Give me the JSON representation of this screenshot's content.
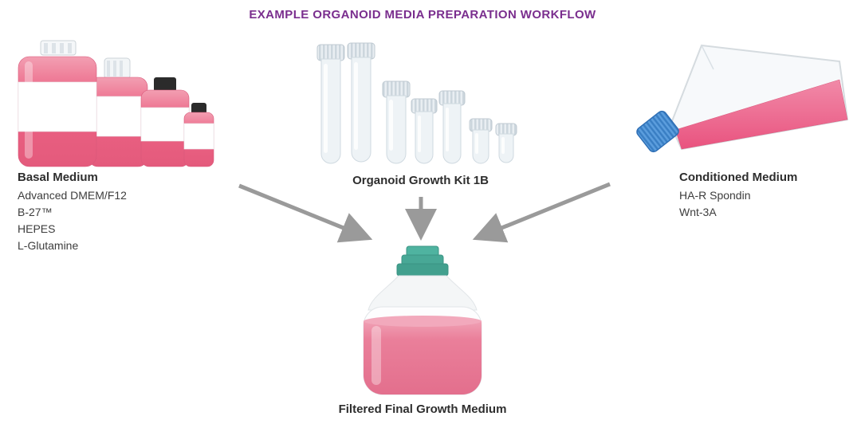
{
  "title": "EXAMPLE ORGANOID MEDIA PREPARATION WORKFLOW",
  "colors": {
    "title_purple": "#7a2e8e",
    "arrow_gray": "#9a9a9a",
    "media_pink": "#ec6384",
    "final_cap_teal": "#48a896",
    "flask_cap_blue": "#4a90d9",
    "text_dark": "#2e2e2e"
  },
  "basal": {
    "title": "Basal Medium",
    "items": [
      "Advanced DMEM/F12",
      "B-27™",
      "HEPES",
      "L-Glutamine"
    ]
  },
  "kit": {
    "title": "Organoid Growth Kit 1B"
  },
  "conditioned": {
    "title": "Conditioned Medium",
    "items": [
      "HA-R Spondin",
      "Wnt-3A"
    ]
  },
  "final": {
    "title": "Filtered Final Growth Medium"
  }
}
